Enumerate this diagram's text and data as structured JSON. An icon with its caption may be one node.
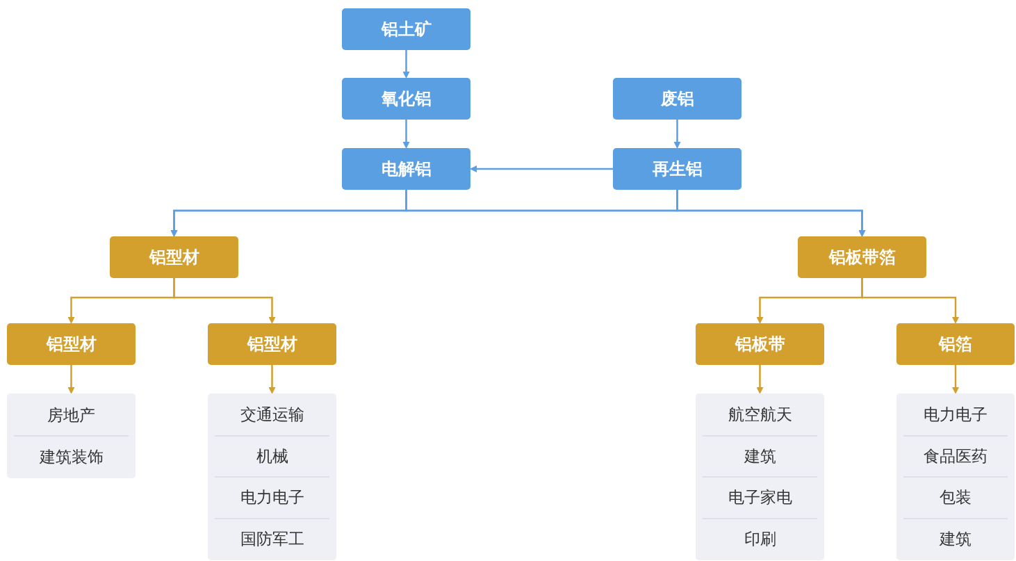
{
  "diagram": {
    "nodes": [
      {
        "text": [
          "铝土矿"
        ]
      },
      {
        "text": [
          "氧化铝"
        ]
      },
      {
        "text": [
          "废铝"
        ]
      },
      {
        "text": [
          "电解铝"
        ]
      },
      {
        "text": [
          "再生铝"
        ]
      },
      {
        "text": [
          "铝型材"
        ]
      },
      {
        "text": [
          "铝板带箔"
        ]
      },
      {
        "text": [
          "铝型材"
        ]
      },
      {
        "text": [
          "铝型材"
        ]
      },
      {
        "text": [
          "铝板带"
        ]
      },
      {
        "text": [
          "铝箔"
        ]
      },
      {
        "text": [
          "房地产",
          "建筑装饰"
        ]
      },
      {
        "text": [
          "交通运输",
          "机械",
          "电力电子",
          "国防军工"
        ]
      },
      {
        "text": [
          "航空航天",
          "建筑",
          "电子家电",
          "印刷"
        ]
      },
      {
        "text": [
          "电力电子",
          "食品医药",
          "包装",
          "建筑"
        ]
      }
    ],
    "edges": [
      {
        "from": 0,
        "to": 1,
        "arrow": "to",
        "color": "#5b9fe3"
      },
      {
        "from": 1,
        "to": 3,
        "arrow": "to",
        "color": "#5b9fe3"
      },
      {
        "from": 2,
        "to": 4,
        "arrow": "to",
        "color": "#5b9fe3"
      },
      {
        "from": 4,
        "to": 3,
        "arrow": "to",
        "color": "#5b9fe3"
      },
      {
        "from": 3,
        "to": 5,
        "arrow": "to",
        "color": "#5b9fe3"
      },
      {
        "from": 3,
        "to": 6,
        "arrow": "to",
        "color": "#5b9fe3"
      },
      {
        "from": 4,
        "to": 5,
        "arrow": "to",
        "color": "#5b9fe3"
      },
      {
        "from": 4,
        "to": 6,
        "arrow": "to",
        "color": "#5b9fe3"
      },
      {
        "from": 5,
        "to": 7,
        "arrow": "to",
        "color": "#d4a02c"
      },
      {
        "from": 5,
        "to": 8,
        "arrow": "to",
        "color": "#d4a02c"
      },
      {
        "from": 6,
        "to": 9,
        "arrow": "to",
        "color": "#d4a02c"
      },
      {
        "from": 6,
        "to": 10,
        "arrow": "to",
        "color": "#d4a02c"
      },
      {
        "from": 7,
        "to": 11,
        "arrow": "to",
        "color": "#d4a02c"
      },
      {
        "from": 8,
        "to": 12,
        "arrow": "to",
        "color": "#d4a02c"
      },
      {
        "from": 9,
        "to": 13,
        "arrow": "to",
        "color": "#d4a02c"
      },
      {
        "from": 10,
        "to": 14,
        "arrow": "to",
        "color": "#d4a02c"
      }
    ]
  }
}
